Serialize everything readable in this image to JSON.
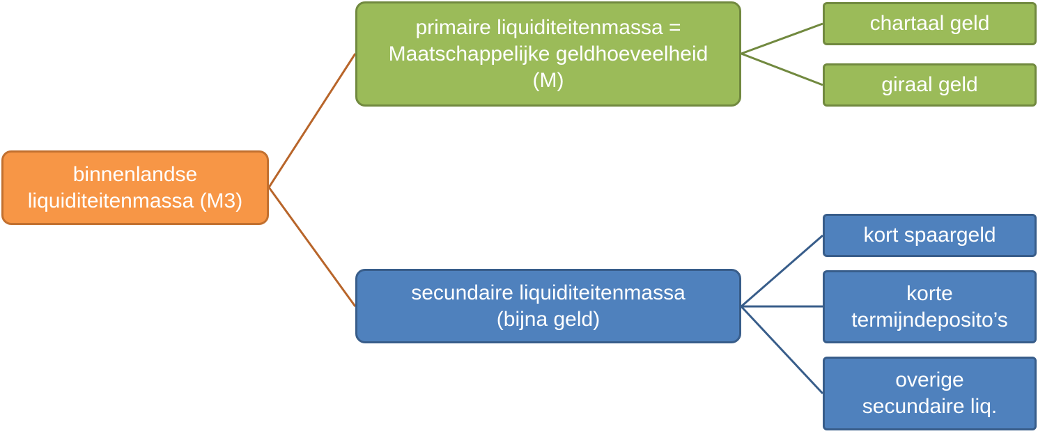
{
  "diagram": {
    "root": {
      "label": "binnenlandse\nliquiditeitenmassa (M3)",
      "color": "#f79646"
    },
    "primary": {
      "label": "primaire liquiditeitenmassa =\nMaatschappelijke geldhoeveelheid\n(M)",
      "color": "#9bbb59",
      "children": [
        "chartaal geld",
        "giraal geld"
      ]
    },
    "secondary": {
      "label": "secundaire liquiditeitenmassa\n(bijna geld)",
      "color": "#4f81bd",
      "children": [
        "kort spaargeld",
        "korte\ntermijndeposito’s",
        "overige\nsecundaire liq."
      ]
    }
  }
}
